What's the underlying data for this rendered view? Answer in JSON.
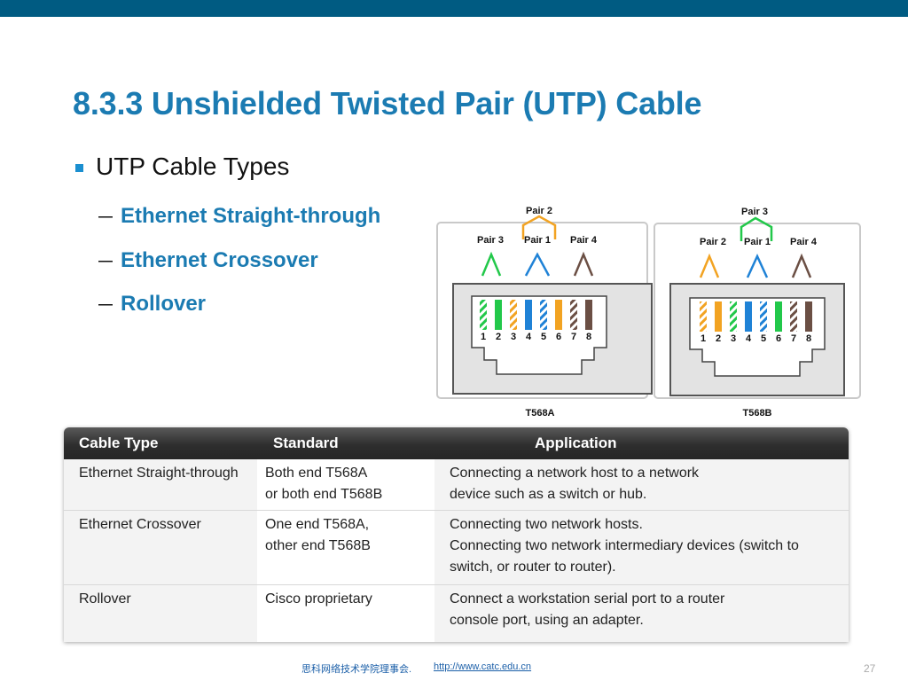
{
  "slide": {
    "title": "8.3.3 Unshielded Twisted Pair (UTP) Cable",
    "bullet": "UTP Cable Types",
    "sub_dash": "－",
    "sub_items": [
      "Ethernet Straight-through",
      "Ethernet Crossover",
      "Rollover"
    ]
  },
  "diagrams": {
    "t568a": {
      "caption": "T568A",
      "top_label": "Pair 2",
      "pair_labels": [
        "Pair 3",
        "Pair 1",
        "Pair 4"
      ]
    },
    "t568b": {
      "caption": "T568B",
      "top_label": "Pair 3",
      "pair_labels": [
        "Pair 2",
        "Pair 1",
        "Pair 4"
      ]
    },
    "pin_numbers": [
      "1",
      "2",
      "3",
      "4",
      "5",
      "6",
      "7",
      "8"
    ]
  },
  "table": {
    "headers": [
      "Cable Type",
      "Standard",
      "Application"
    ],
    "rows": [
      {
        "type": "Ethernet Straight-through",
        "standard": [
          "Both end T568A",
          "or both end T568B"
        ],
        "application": [
          "Connecting a network host to a network",
          "device such as a switch or hub."
        ]
      },
      {
        "type": "Ethernet Crossover",
        "standard": [
          "One end T568A,",
          "other end T568B"
        ],
        "application": [
          "Connecting two network hosts.",
          "Connecting two network intermediary devices (switch to",
          "switch, or router to router)."
        ]
      },
      {
        "type": "Rollover",
        "standard": [
          "Cisco proprietary"
        ],
        "application": [
          "Connect a workstation serial port to a router",
          "console port, using an adapter."
        ]
      }
    ]
  },
  "footer": {
    "org": "思科网络技术学院理事会.",
    "url": "http://www.catc.edu.cn",
    "page": "27"
  },
  "colors": {
    "accent_bar": "#005b82",
    "title": "#1b7bb2",
    "wire_green": "#22c84a",
    "wire_orange": "#f2a322",
    "wire_blue": "#1f82d6",
    "wire_brown": "#6b4f44"
  }
}
